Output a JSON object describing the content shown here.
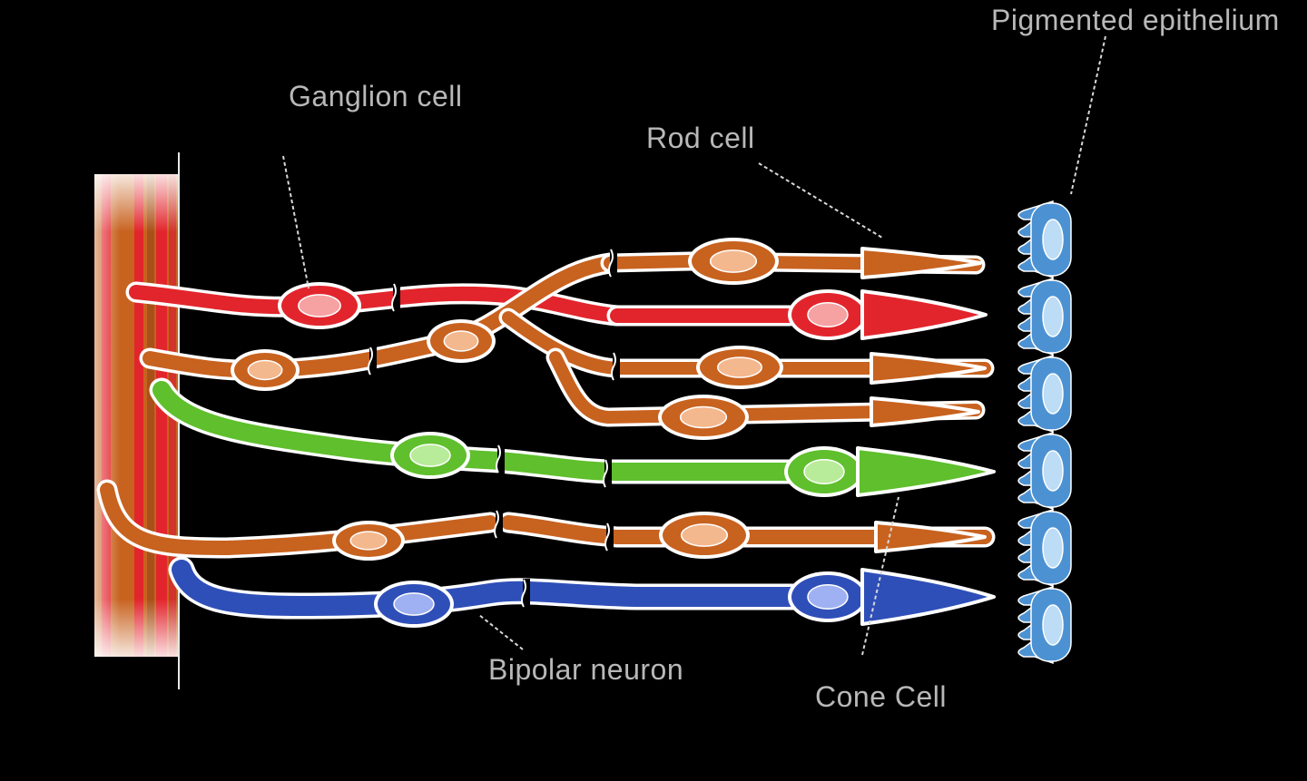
{
  "labels": {
    "ganglion_cell": "Ganglion cell",
    "rod_cell": "Rod cell",
    "pigmented_epithelium": "Pigmented epithelium",
    "bipolar_neuron": "Bipolar neuron",
    "cone_cell": "Cone Cell"
  },
  "colors": {
    "background": "#000000",
    "red_cell": "#e2252c",
    "orange_cell": "#c8621f",
    "green_cell": "#5fbf2c",
    "blue_cell": "#2f4fb8",
    "nucleus_orange": "#f4b88e",
    "nucleus_red": "#f7a2a2",
    "nucleus_green": "#b9ec9a",
    "nucleus_blue": "#9fb1f2",
    "epithelium": "#4c92d3",
    "epithelium_nucleus": "#bddcf5",
    "label_text": "#b8b8b8"
  }
}
